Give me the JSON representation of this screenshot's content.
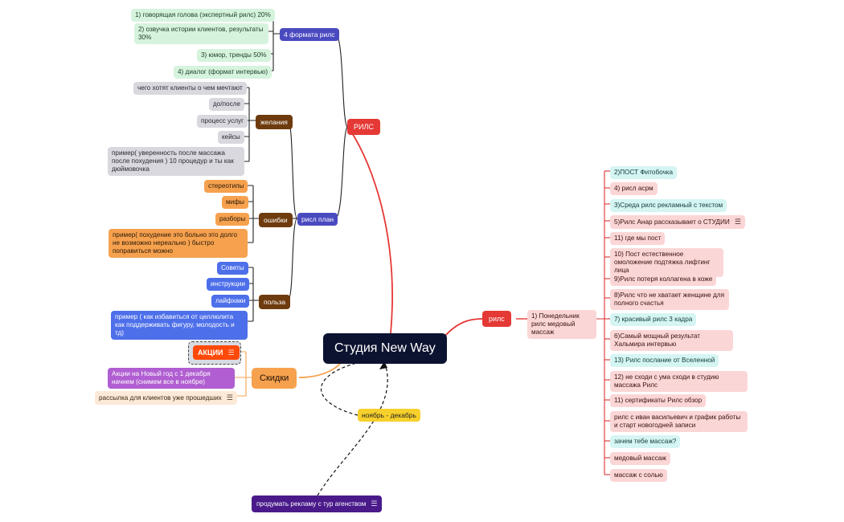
{
  "central": "Студия New Way",
  "rils_main": {
    "label": "РИЛС",
    "formats": {
      "label": "4 формата рилс",
      "items": [
        "1) говорящая голова (экспертный рилс) 20%",
        "2) озвучка истории клиентов, результаты 30%",
        "3) юмор, тренды 50%",
        "4) диалог (формат интервью)"
      ]
    },
    "plan": {
      "label": "рисл план",
      "wishes": {
        "label": "желания",
        "items": [
          "чего хотят клиенты о чем мечтают",
          "до/после",
          "процесс услуг",
          "кейсы",
          "пример( уверенность после массажа после похудения ) 10 процедур и ты как дюймовочка"
        ]
      },
      "errors": {
        "label": "ошибки",
        "items": [
          "стереотипы",
          "мифы",
          "разборы",
          "пример( похудение это больно это долго не возможно нереально ) быстро поправиться можно"
        ]
      },
      "benefit": {
        "label": "польза",
        "items": [
          "Советы",
          "инструкции",
          "лайфхаки",
          "пример ( как избавиться от целлюлита как поддерживать фигуру, молодость и тд)"
        ]
      }
    }
  },
  "rils_right": {
    "label": "рилс",
    "monday": "1) Понедельник рилс медовый массаж",
    "items": [
      {
        "text": "2)ПОСТ Фитобочка",
        "tone": "cyan",
        "note": false
      },
      {
        "text": "4) рисл асрм",
        "tone": "pink",
        "note": false
      },
      {
        "text": "3)Среда рилс рекламный с текстом",
        "tone": "cyan",
        "note": false
      },
      {
        "text": "5)Рилс Анар рассказывает о СТУДИИ",
        "tone": "pink",
        "note": true
      },
      {
        "text": "11) где мы пост",
        "tone": "pink",
        "note": false
      },
      {
        "text": "10) Пост естественное омоложение подтяжка лифтинг лица",
        "tone": "pink",
        "note": false
      },
      {
        "text": "9)Рилс потеря коллагена в коже",
        "tone": "pink",
        "note": false
      },
      {
        "text": "8)Рилс что не хватает женщине для полного счастья",
        "tone": "pink",
        "note": false
      },
      {
        "text": "7) красивый рилс 3 кадра",
        "tone": "cyan",
        "note": false
      },
      {
        "text": "6)Самый мощный результат Хальмира интервью",
        "tone": "pink",
        "note": false
      },
      {
        "text": "13) Рилс послание от Вселенной",
        "tone": "cyan",
        "note": false
      },
      {
        "text": "12) не сходи с ума сходи в студию массажа Рилс",
        "tone": "pink",
        "note": false
      },
      {
        "text": "11) сертификаты Рилс обзор",
        "tone": "pink",
        "note": false
      },
      {
        "text": "рилс с иван васильевич и график работы и старт новогодней записи",
        "tone": "pink",
        "note": false
      },
      {
        "text": "зачем тебе массаж?",
        "tone": "cyan",
        "note": false
      },
      {
        "text": "медовый массаж",
        "tone": "pink",
        "note": false
      },
      {
        "text": "массаж с солью",
        "tone": "pink",
        "note": false
      }
    ]
  },
  "discounts": {
    "label": "Скидки",
    "akcii": "АКЦИИ",
    "newyear": "Акции на Новый год с 1 декабря начнем (снимем все в ноябре)",
    "mailing": "рассылка для клиентов уже прошедших"
  },
  "november": "ноябрь - декабрь",
  "agency": "продумать рекламу с тур агенством",
  "colors": {
    "red": "#e53935",
    "purple": "#4a4ac0",
    "brown": "#6e3b0e",
    "orange": "#f6a14e",
    "blue": "#4d6fea",
    "pink": "#fbd6d6",
    "cyan": "#d5f5f3",
    "green": "#d6f3dd",
    "gray": "#d8d8de",
    "central": "#0c1330",
    "yellow": "#f7d02c"
  },
  "icons": {
    "note": "notes-icon"
  }
}
